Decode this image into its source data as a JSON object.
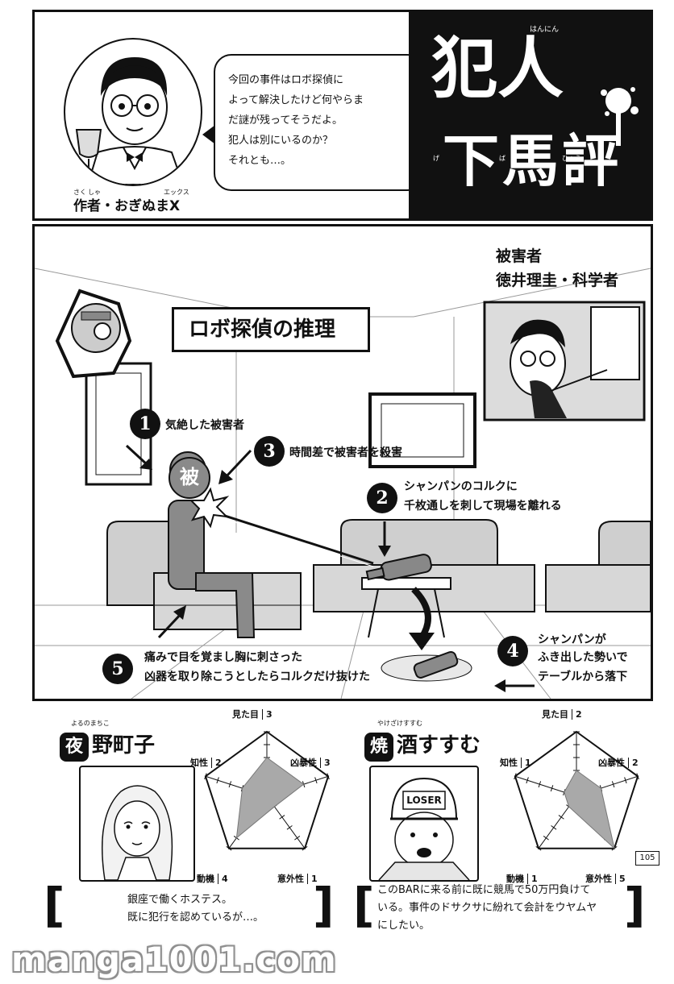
{
  "header": {
    "author_label": "作者・おぎぬまX",
    "author_ruby": [
      "さく",
      "しゃ",
      "エックス"
    ],
    "speech_lines": [
      "今回の事件はロボ探偵に",
      "よって解決したけど何やらま",
      "だ謎が残ってそうだよ。",
      "犯人は別にいるのか？",
      "それとも…。"
    ],
    "title_line1": "犯人",
    "title_line2": "下馬評",
    "title_ruby_top": "はんにん",
    "title_ruby_side": [
      "げ",
      "ば",
      "ひょう"
    ]
  },
  "middle": {
    "section_title": "ロボ探偵の推理",
    "victim_label_1": "被害者",
    "victim_label_2": "徳井理圭・科学者",
    "victim_marker": "被",
    "steps": [
      {
        "num": "1",
        "lines": [
          "気絶した被害者"
        ]
      },
      {
        "num": "2",
        "lines": [
          "シャンパンのコルクに",
          "千枚通しを刺して現場を離れる"
        ]
      },
      {
        "num": "3",
        "lines": [
          "時間差で被害者を殺害"
        ]
      },
      {
        "num": "4",
        "lines": [
          "シャンパンが",
          "ふき出した勢いで",
          "テーブルから落下"
        ]
      },
      {
        "num": "5",
        "lines": [
          "痛みで目を覚まし胸に刺さった",
          "凶器を取り除こうとしたらコルクだけ抜けた"
        ]
      }
    ]
  },
  "suspects": [
    {
      "badge": "夜",
      "name": "野町子",
      "ruby": "よるのまちこ",
      "stats": [
        {
          "label": "見た目",
          "value": 3
        },
        {
          "label": "凶暴性",
          "value": 3
        },
        {
          "label": "意外性",
          "value": 1
        },
        {
          "label": "動機",
          "value": 4
        },
        {
          "label": "知性",
          "value": 2
        }
      ],
      "desc_lines": [
        "銀座で働くホステス。",
        "既に犯行を認めているが…。"
      ]
    },
    {
      "badge": "焼",
      "name": "酒すすむ",
      "ruby": "やけざけすすむ",
      "cap_text": "LOSER",
      "stats": [
        {
          "label": "見た目",
          "value": 2
        },
        {
          "label": "凶暴性",
          "value": 2
        },
        {
          "label": "意外性",
          "value": 5
        },
        {
          "label": "動機",
          "value": 1
        },
        {
          "label": "知性",
          "value": 1
        }
      ],
      "desc_lines": [
        "このBARに来る前に既に競馬で50万円負けて",
        "いる。事件のドサクサに紛れて会計をウヤムヤ",
        "にしたい。"
      ]
    }
  ],
  "page_number": "105",
  "watermark": "manga1001.com"
}
